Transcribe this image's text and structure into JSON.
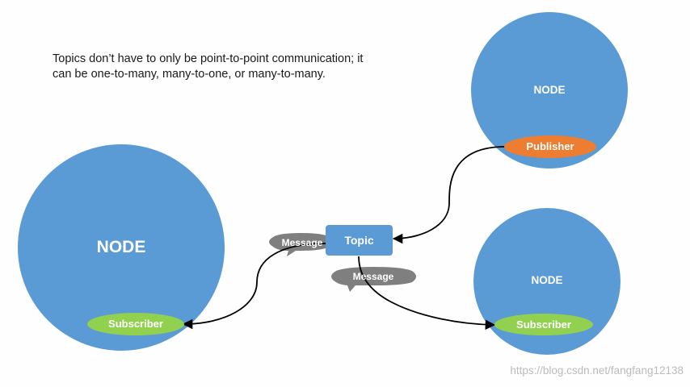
{
  "caption": {
    "line1": "Topics don’t have to only be point-to-point communication; it",
    "line2": "can be one-to-many, many-to-one, or many-to-many."
  },
  "nodes": {
    "subscriber_node": "NODE",
    "publisher_node": "NODE",
    "second_subscriber_node": "NODE"
  },
  "pills": {
    "publisher": "Publisher",
    "subscriber_left": "Subscriber",
    "subscriber_right": "Subscriber"
  },
  "topic": "Topic",
  "messages": {
    "to_left_subscriber": "Message",
    "to_right_subscriber": "Message"
  },
  "watermark": "https://blog.csdn.net/fangfang12138",
  "colors": {
    "node": "#5b9bd5",
    "topic": "#5b9bd5",
    "publisher": "#ed7d31",
    "subscriber": "#92d050",
    "message": "#7f7f7f",
    "arrow": "#000000"
  }
}
